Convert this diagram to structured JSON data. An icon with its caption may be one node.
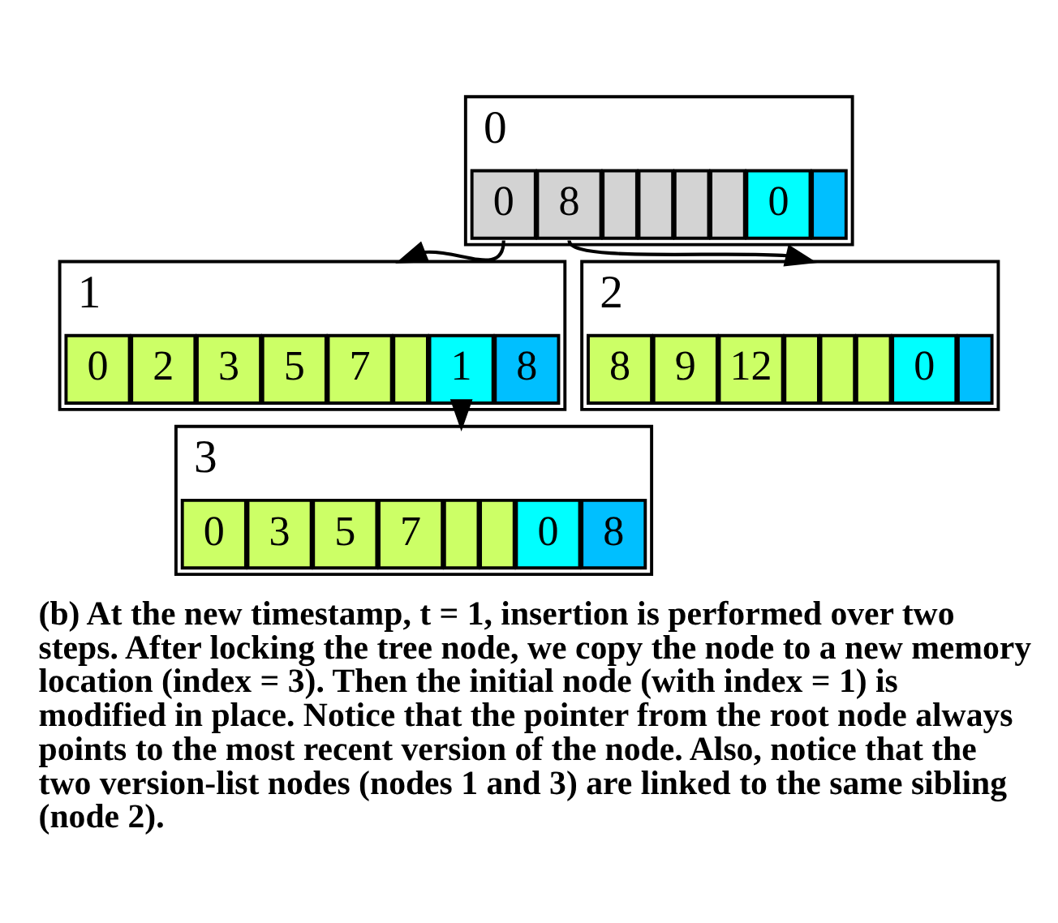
{
  "diagram": {
    "caption": "(b) At the new timestamp, t = 1, insertion is performed over two steps. After locking the tree node, we copy the node to a new memory location (index = 3). Then the initial node (with index = 1) is modified in place. Notice that the pointer from the root node always points to the most recent version of the node. Also, notice that the two version-list nodes (nodes 1 and 3) are linked to the same sibling (node 2).",
    "nodes": [
      {
        "text": [
          "0"
        ]
      },
      {
        "text": [
          "0"
        ],
        "in": 0
      },
      {
        "text": [
          "8"
        ],
        "in": 0
      },
      {
        "text": [],
        "shape": "box",
        "in": 0
      },
      {
        "text": [],
        "shape": "box",
        "in": 0
      },
      {
        "text": [],
        "shape": "box",
        "in": 0
      },
      {
        "text": [],
        "shape": "box",
        "in": 0
      },
      {
        "text": [
          "0"
        ],
        "in": 0
      },
      {
        "text": [],
        "shape": "box",
        "in": 0
      },
      {
        "text": [
          "1"
        ]
      },
      {
        "text": [
          "0"
        ],
        "in": 9
      },
      {
        "text": [
          "2"
        ],
        "in": 9
      },
      {
        "text": [
          "3"
        ],
        "in": 9
      },
      {
        "text": [
          "5"
        ],
        "in": 9
      },
      {
        "text": [
          "7"
        ],
        "in": 9
      },
      {
        "text": [],
        "shape": "box",
        "in": 9
      },
      {
        "text": [
          "1"
        ],
        "in": 9
      },
      {
        "text": [
          "8"
        ],
        "in": 9
      },
      {
        "text": [
          "2"
        ]
      },
      {
        "text": [
          "8"
        ],
        "in": 18
      },
      {
        "text": [
          "9"
        ],
        "in": 18
      },
      {
        "text": [
          "12"
        ],
        "in": 18
      },
      {
        "text": [],
        "shape": "box",
        "in": 18
      },
      {
        "text": [],
        "shape": "box",
        "in": 18
      },
      {
        "text": [],
        "shape": "box",
        "in": 18
      },
      {
        "text": [
          "0"
        ],
        "in": 18
      },
      {
        "text": [],
        "shape": "box",
        "in": 18
      },
      {
        "text": [
          "3"
        ]
      },
      {
        "text": [
          "0"
        ],
        "in": 27
      },
      {
        "text": [
          "3"
        ],
        "in": 27
      },
      {
        "text": [
          "5"
        ],
        "in": 27
      },
      {
        "text": [
          "7"
        ],
        "in": 27
      },
      {
        "text": [],
        "shape": "box",
        "in": 27
      },
      {
        "text": [],
        "shape": "box",
        "in": 27
      },
      {
        "text": [
          "0"
        ],
        "in": 27
      },
      {
        "text": [
          "8"
        ],
        "in": 27
      }
    ],
    "edges": [
      {
        "from": 1,
        "to": 9,
        "arrow": "to"
      },
      {
        "from": 2,
        "to": 18,
        "arrow": "to"
      },
      {
        "from": 16,
        "to": 27,
        "arrow": "to"
      }
    ]
  }
}
